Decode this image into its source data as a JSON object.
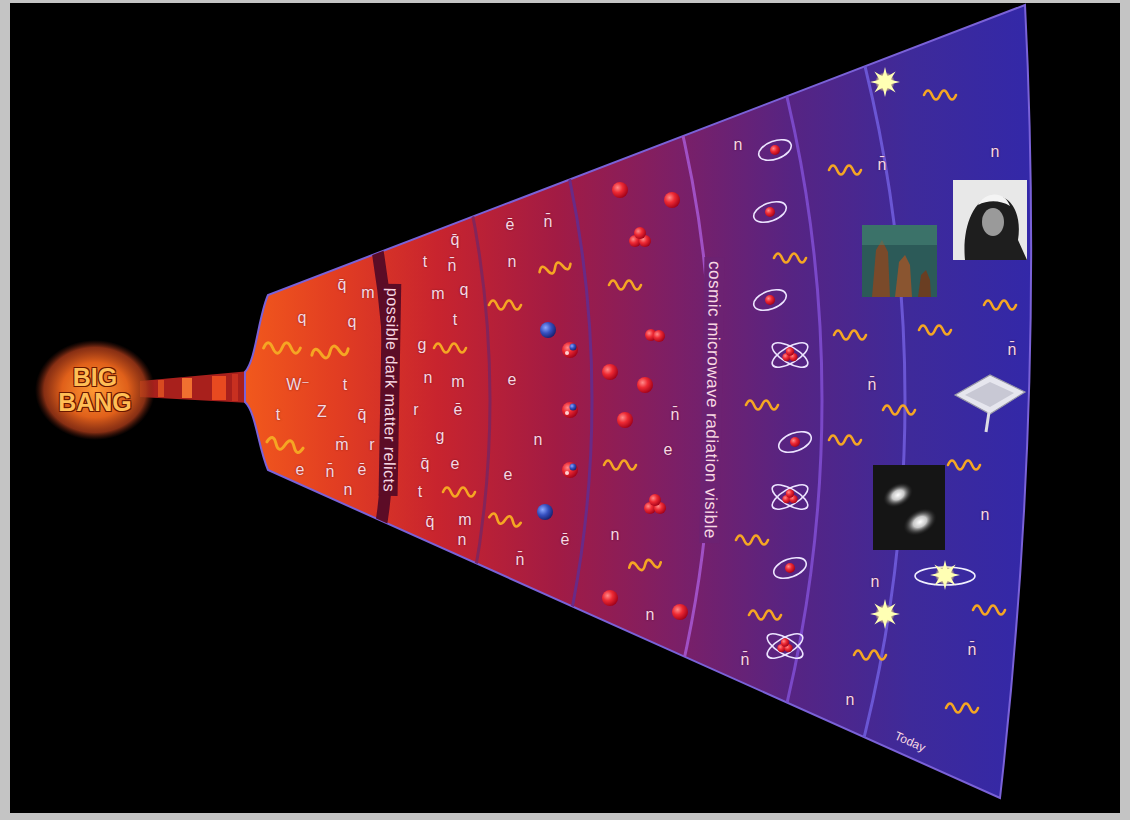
{
  "diagram": {
    "nodes": [
      {
        "text": [
          "BIG BANG"
        ]
      }
    ],
    "labels": [
      "possible dark matter relicts",
      "cosmic microwave radiation visible",
      "Today",
      "q̄",
      "m",
      "q",
      "q",
      "W⁻",
      "t",
      "t",
      "Z",
      "q̄",
      "m̄",
      "r",
      "e",
      "n̄",
      "ē",
      "n",
      "q̄",
      "t",
      "n̄",
      "m",
      "q",
      "t",
      "g",
      "n",
      "m",
      "r",
      "ē",
      "g",
      "q̄",
      "e",
      "t",
      "q̄",
      "m",
      "n",
      "ē",
      "n̄",
      "n",
      "e",
      "n",
      "e",
      "ē",
      "n̄",
      "n̄",
      "e",
      "n",
      "n",
      "n",
      "n̄",
      "n̄",
      "n̄",
      "n",
      "n",
      "n",
      "n̄",
      "n",
      "n̄"
    ]
  }
}
